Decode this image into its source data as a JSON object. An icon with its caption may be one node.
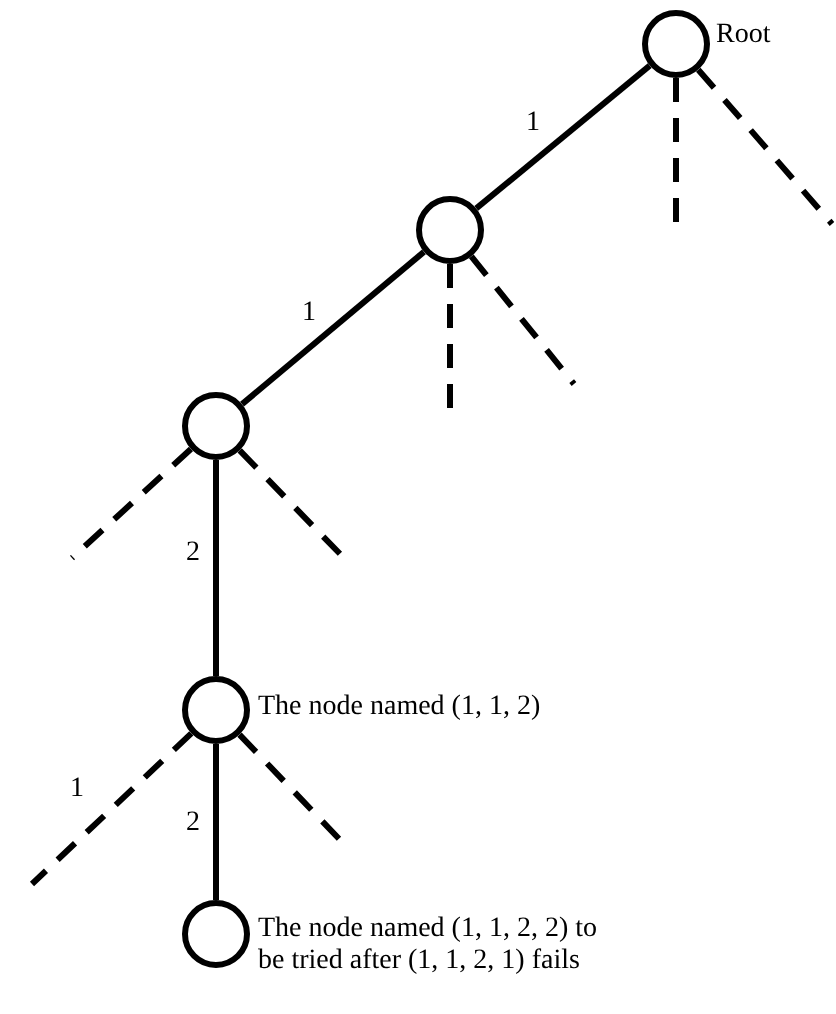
{
  "diagram": {
    "nodes": [
      {
        "text": [],
        "shape": "circle",
        "beside": [
          "Root"
        ]
      },
      {
        "text": [],
        "shape": "circle"
      },
      {
        "text": [],
        "shape": "circle"
      },
      {
        "text": [],
        "shape": "circle",
        "beside": [
          "The node named (1, 1, 2)"
        ]
      },
      {
        "text": [],
        "shape": "circle",
        "beside": [
          "The node named (1, 1, 2, 2) to be tried after (1, 1, 2, 1) fails"
        ]
      }
    ],
    "edges": [
      {
        "from": 0,
        "to": 1,
        "arrow": "none",
        "label": "1"
      },
      {
        "from": 0,
        "to": null,
        "arrow": "none",
        "style": "dashed"
      },
      {
        "from": 0,
        "to": null,
        "arrow": "none",
        "style": "dashed"
      },
      {
        "from": 1,
        "to": 2,
        "arrow": "none",
        "label": "1"
      },
      {
        "from": 1,
        "to": null,
        "arrow": "none",
        "style": "dashed"
      },
      {
        "from": 1,
        "to": null,
        "arrow": "none",
        "style": "dashed"
      },
      {
        "from": 2,
        "to": null,
        "arrow": "none",
        "style": "dashed"
      },
      {
        "from": 2,
        "to": null,
        "arrow": "none",
        "style": "dashed"
      },
      {
        "from": 2,
        "to": 3,
        "arrow": "none",
        "label": "2"
      },
      {
        "from": 3,
        "to": null,
        "arrow": "none",
        "style": "dashed",
        "label": "1"
      },
      {
        "from": 3,
        "to": null,
        "arrow": "none",
        "style": "dashed"
      },
      {
        "from": 3,
        "to": 4,
        "arrow": "none",
        "label": "2"
      }
    ]
  }
}
